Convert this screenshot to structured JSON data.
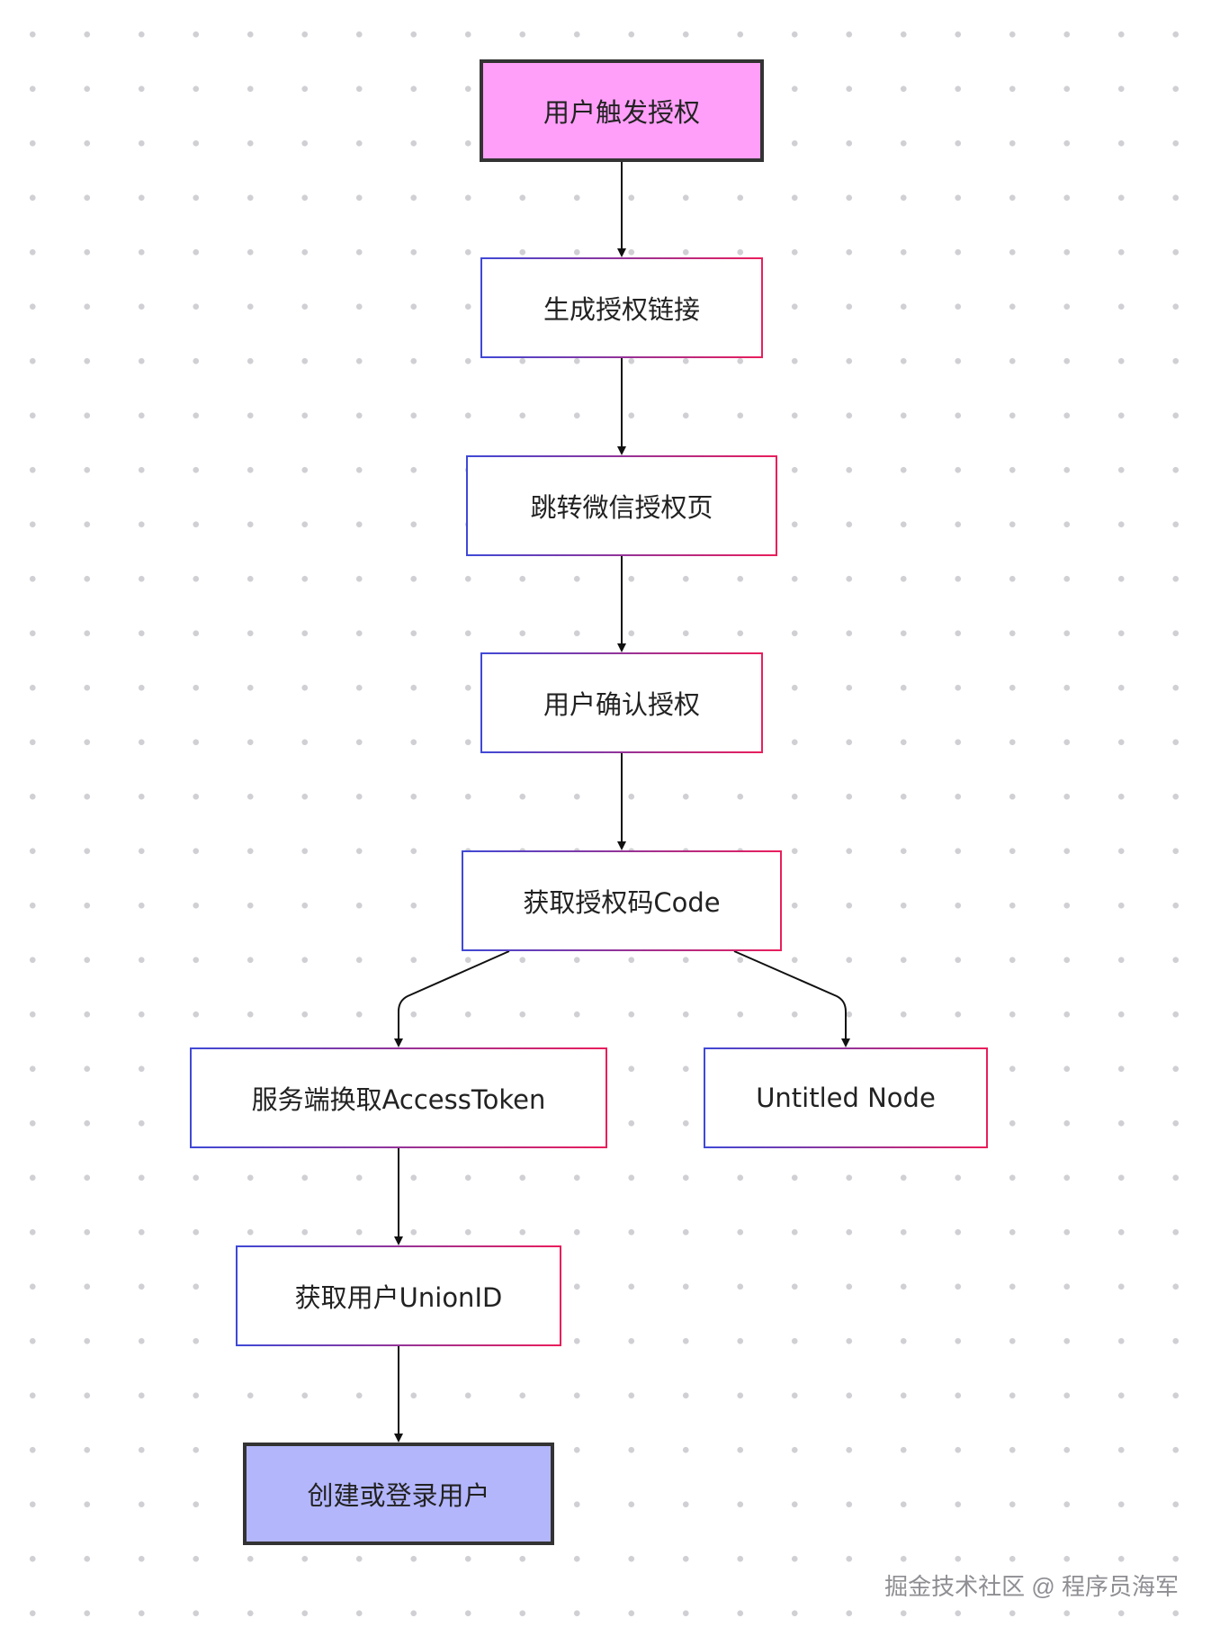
{
  "diagram": {
    "nodes": [
      {
        "id": "n1",
        "label": "用户触发授权"
      },
      {
        "id": "n2",
        "label": "生成授权链接"
      },
      {
        "id": "n3",
        "label": "跳转微信授权页"
      },
      {
        "id": "n4",
        "label": "用户确认授权"
      },
      {
        "id": "n5",
        "label": "获取授权码Code"
      },
      {
        "id": "n6",
        "label": "服务端换取AccessToken"
      },
      {
        "id": "n7",
        "label": "Untitled Node"
      },
      {
        "id": "n8",
        "label": "获取用户UnionID"
      },
      {
        "id": "n9",
        "label": "创建或登录用户"
      }
    ],
    "edges": [
      {
        "from": "n1",
        "to": "n2"
      },
      {
        "from": "n2",
        "to": "n3"
      },
      {
        "from": "n3",
        "to": "n4"
      },
      {
        "from": "n4",
        "to": "n5"
      },
      {
        "from": "n5",
        "to": "n6"
      },
      {
        "from": "n5",
        "to": "n7"
      },
      {
        "from": "n6",
        "to": "n8"
      },
      {
        "from": "n8",
        "to": "n9"
      }
    ],
    "colors": {
      "start_fill": "#ff9ff9",
      "end_fill": "#b3b6fb",
      "border_gradient_start": "#3f49d6",
      "border_gradient_end": "#ea1e5c",
      "edge": "#111111"
    }
  },
  "watermark": "掘金技术社区 @ 程序员海军"
}
